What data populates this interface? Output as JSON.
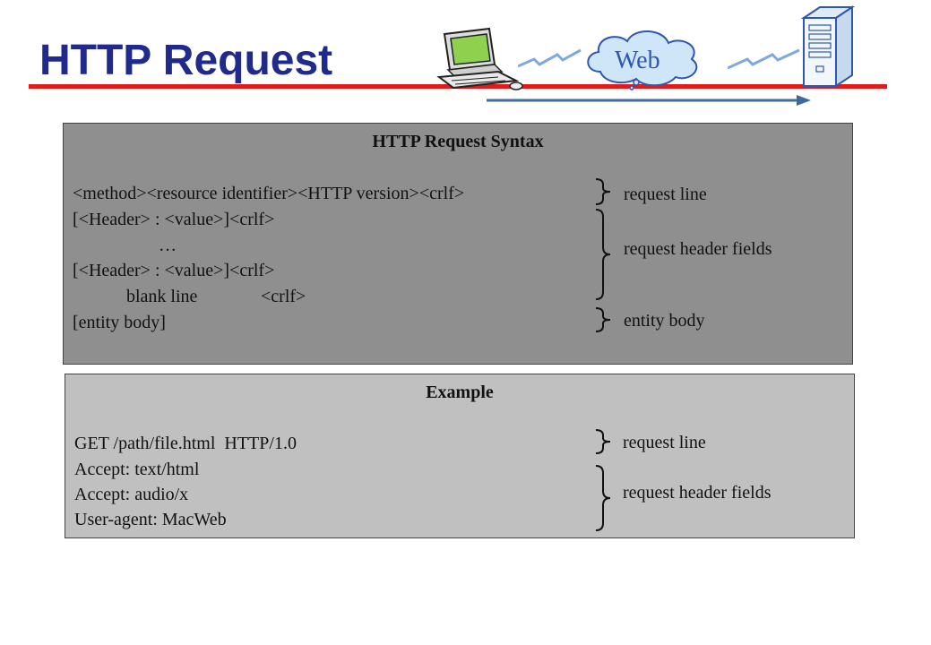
{
  "slide": {
    "title": "HTTP Request"
  },
  "header_graphic": {
    "cloud_label": "Web"
  },
  "syntax_panel": {
    "heading": "HTTP Request Syntax",
    "lines": [
      "<method><resource identifier><HTTP version><crlf>",
      "[<Header> : <value>]<crlf>",
      "…",
      "[<Header> : <value>]<crlf>",
      "blank line",
      "<crlf>",
      "[entity body]"
    ],
    "annotations": [
      "request line",
      "request header fields",
      "entity body"
    ]
  },
  "example_panel": {
    "heading": "Example",
    "lines": [
      "GET /path/file.html  HTTP/1.0",
      "Accept: text/html",
      "Accept: audio/x",
      "User-agent: MacWeb"
    ],
    "annotations": [
      "request line",
      "request header fields"
    ]
  }
}
